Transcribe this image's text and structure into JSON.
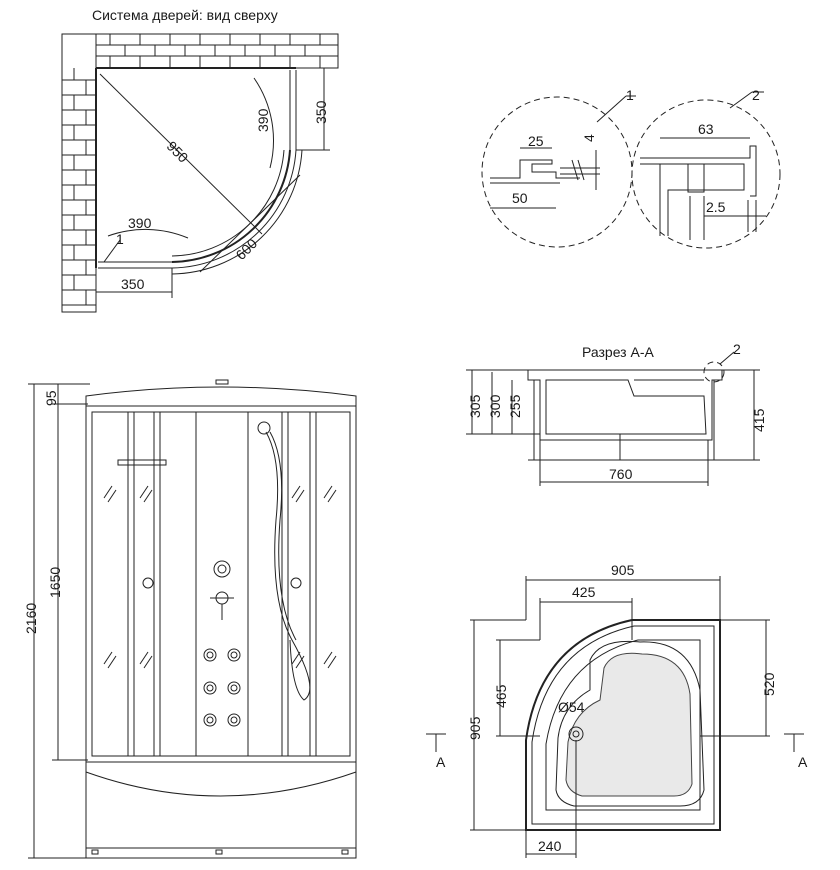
{
  "top_view": {
    "title": "Система дверей: вид сверху",
    "dim_950": "950",
    "dim_390_vertical": "390",
    "dim_350_vertical": "350",
    "dim_390_horizontal": "390",
    "dim_600": "600",
    "dim_350_horizontal": "350",
    "callout_1": "1"
  },
  "detail_1": {
    "callout": "1",
    "dim_25": "25",
    "dim_4": "4",
    "dim_50": "50"
  },
  "detail_2": {
    "callout": "2",
    "dim_63": "63",
    "dim_2_5": "2.5"
  },
  "front_view": {
    "dim_95": "95",
    "dim_1650": "1650",
    "dim_2160": "2160"
  },
  "section": {
    "title": "Разрез А-А",
    "callout_2": "2",
    "dim_305": "305",
    "dim_300": "300",
    "dim_255": "255",
    "dim_415": "415",
    "dim_760": "760"
  },
  "tray_plan": {
    "dim_905_top": "905",
    "dim_425": "425",
    "dim_465": "465",
    "dim_905_left": "905",
    "dim_520": "520",
    "dim_drain": "Ø54",
    "dim_240": "240",
    "section_mark_left": "A",
    "section_mark_right": "A"
  }
}
